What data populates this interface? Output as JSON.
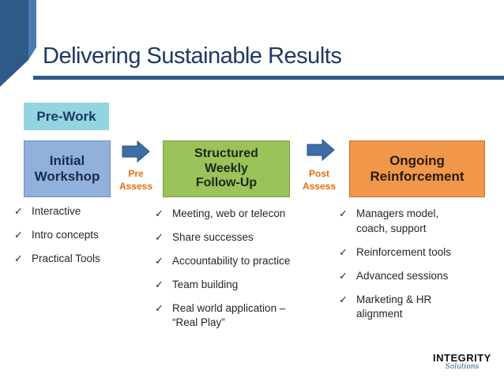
{
  "title": "Delivering Sustainable Results",
  "prework_label": "Pre-Work",
  "stages": [
    {
      "lines": [
        "Initial",
        "Workshop"
      ]
    },
    {
      "lines": [
        "Structured",
        "Weekly",
        "Follow-Up"
      ]
    },
    {
      "lines": [
        "Ongoing",
        "Reinforcement"
      ]
    }
  ],
  "transitions": [
    {
      "lines": [
        "Pre",
        "Assess"
      ]
    },
    {
      "lines": [
        "Post",
        "Assess"
      ]
    }
  ],
  "lists": [
    [
      "Interactive",
      "Intro concepts",
      "Practical Tools"
    ],
    [
      "Meeting, web or telecon",
      "Share successes",
      "Accountability to practice",
      "Team building",
      "Real world application – “Real Play”"
    ],
    [
      "Managers model, coach, support",
      "Reinforcement tools",
      "Advanced sessions",
      "Marketing & HR alignment"
    ]
  ],
  "check_glyph": "✓",
  "logo": {
    "main": "INTEGRITY",
    "sub": "Solutions"
  },
  "colors": {
    "title": "#1f3864",
    "prework": "#92d4e0",
    "initial": "#92b0dc",
    "weekly": "#9bc35a",
    "ongoing": "#f0974a",
    "arrow": "#3d6ea6",
    "assess_text": "#e46c0a"
  },
  "icons": [
    "decorative-corner-chevron",
    "right-arrow-icon",
    "checkmark-icon",
    "integrity-logo"
  ]
}
